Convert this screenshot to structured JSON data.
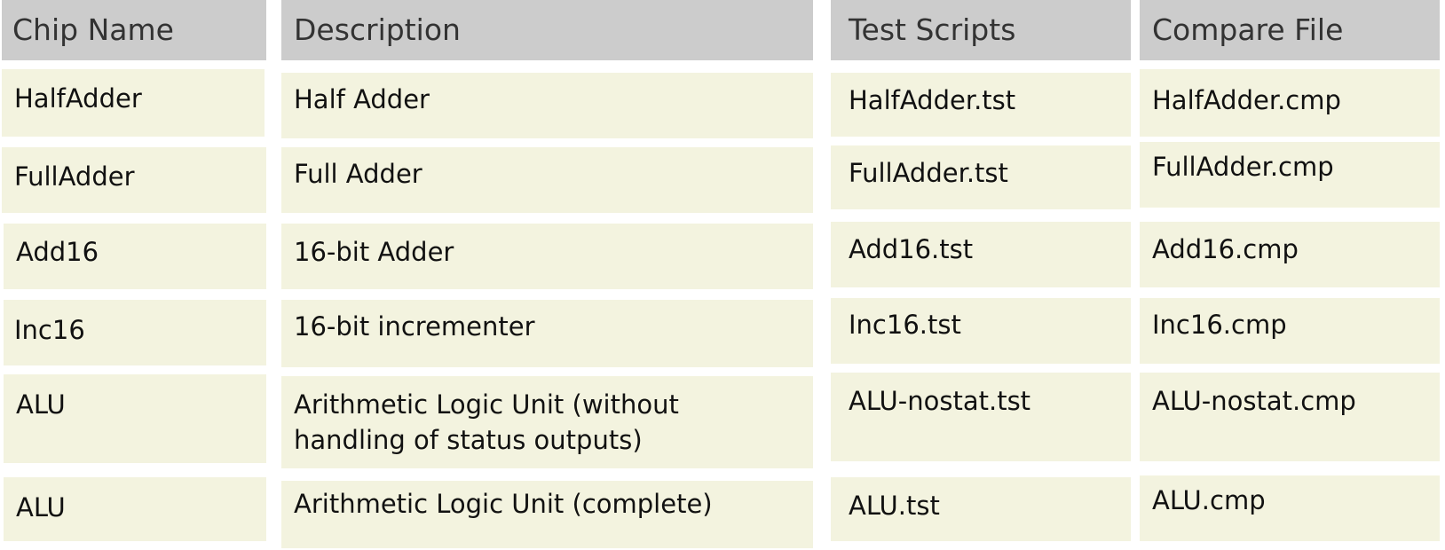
{
  "table": {
    "headers": [
      "Chip Name",
      "Description",
      "Test Scripts",
      "Compare File"
    ],
    "rows": [
      {
        "chip": "HalfAdder",
        "description": "Half Adder",
        "test": "HalfAdder.tst",
        "compare": "HalfAdder.cmp"
      },
      {
        "chip": "FullAdder",
        "description": "Full Adder",
        "test": "FullAdder.tst",
        "compare": "FullAdder.cmp"
      },
      {
        "chip": "Add16",
        "description": "16-bit Adder",
        "test": "Add16.tst",
        "compare": "Add16.cmp"
      },
      {
        "chip": "Inc16",
        "description": "16-bit incrementer",
        "test": "Inc16.tst",
        "compare": "Inc16.cmp"
      },
      {
        "chip": "ALU",
        "description": "Arithmetic Logic Unit (without",
        "description_line2": "handling of status outputs)",
        "test": "ALU-nostat.tst",
        "compare": "ALU-nostat.cmp"
      },
      {
        "chip": "ALU",
        "description": "Arithmetic Logic Unit (complete)",
        "test": "ALU.tst",
        "compare": "ALU.cmp"
      }
    ]
  }
}
